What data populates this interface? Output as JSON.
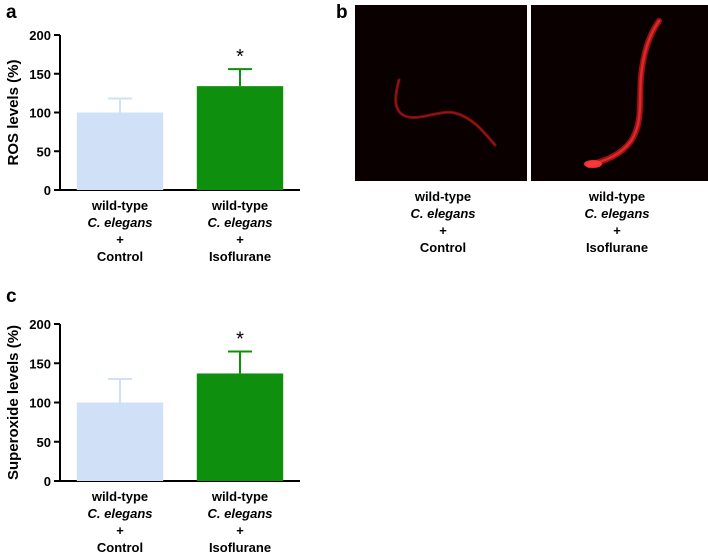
{
  "panels": {
    "a_letter": "a",
    "b_letter": "b",
    "c_letter": "c"
  },
  "chart_data": [
    {
      "type": "bar",
      "panel": "a",
      "ylabel": "ROS levels (%)",
      "ylim": [
        0,
        200
      ],
      "yticks": [
        0,
        50,
        100,
        150,
        200
      ],
      "categories": [
        [
          "wild-type",
          "C. elegans",
          "+",
          "Control"
        ],
        [
          "wild-type",
          "C. elegans",
          "+",
          "Isoflurane"
        ]
      ],
      "values": [
        100,
        134
      ],
      "errors": [
        18,
        22
      ],
      "colors": [
        "#cfe0f7",
        "#0e8f0e"
      ],
      "annotations": [
        {
          "category_index": 1,
          "text": "*"
        }
      ]
    },
    {
      "type": "bar",
      "panel": "c",
      "ylabel": "Superoxide levels (%)",
      "ylim": [
        0,
        200
      ],
      "yticks": [
        0,
        50,
        100,
        150,
        200
      ],
      "categories": [
        [
          "wild-type",
          "C. elegans",
          "+",
          "Control"
        ],
        [
          "wild-type",
          "C. elegans",
          "+",
          "Isoflurane"
        ]
      ],
      "values": [
        100,
        137
      ],
      "errors": [
        30,
        28
      ],
      "colors": [
        "#cfe0f7",
        "#0e8f0e"
      ],
      "annotations": [
        {
          "category_index": 1,
          "text": "*"
        }
      ]
    }
  ],
  "images": {
    "captions": [
      {
        "line1": "wild-type",
        "line2": "C. elegans",
        "line3": "+",
        "line4": "Control"
      },
      {
        "line1": "wild-type",
        "line2": "C. elegans",
        "line3": "+",
        "line4": "Isoflurane"
      }
    ],
    "colors": {
      "background": "#0b0000",
      "worm_dim": "#8a1010",
      "worm_bright": "#e01010",
      "divider": "#ffffff"
    }
  }
}
